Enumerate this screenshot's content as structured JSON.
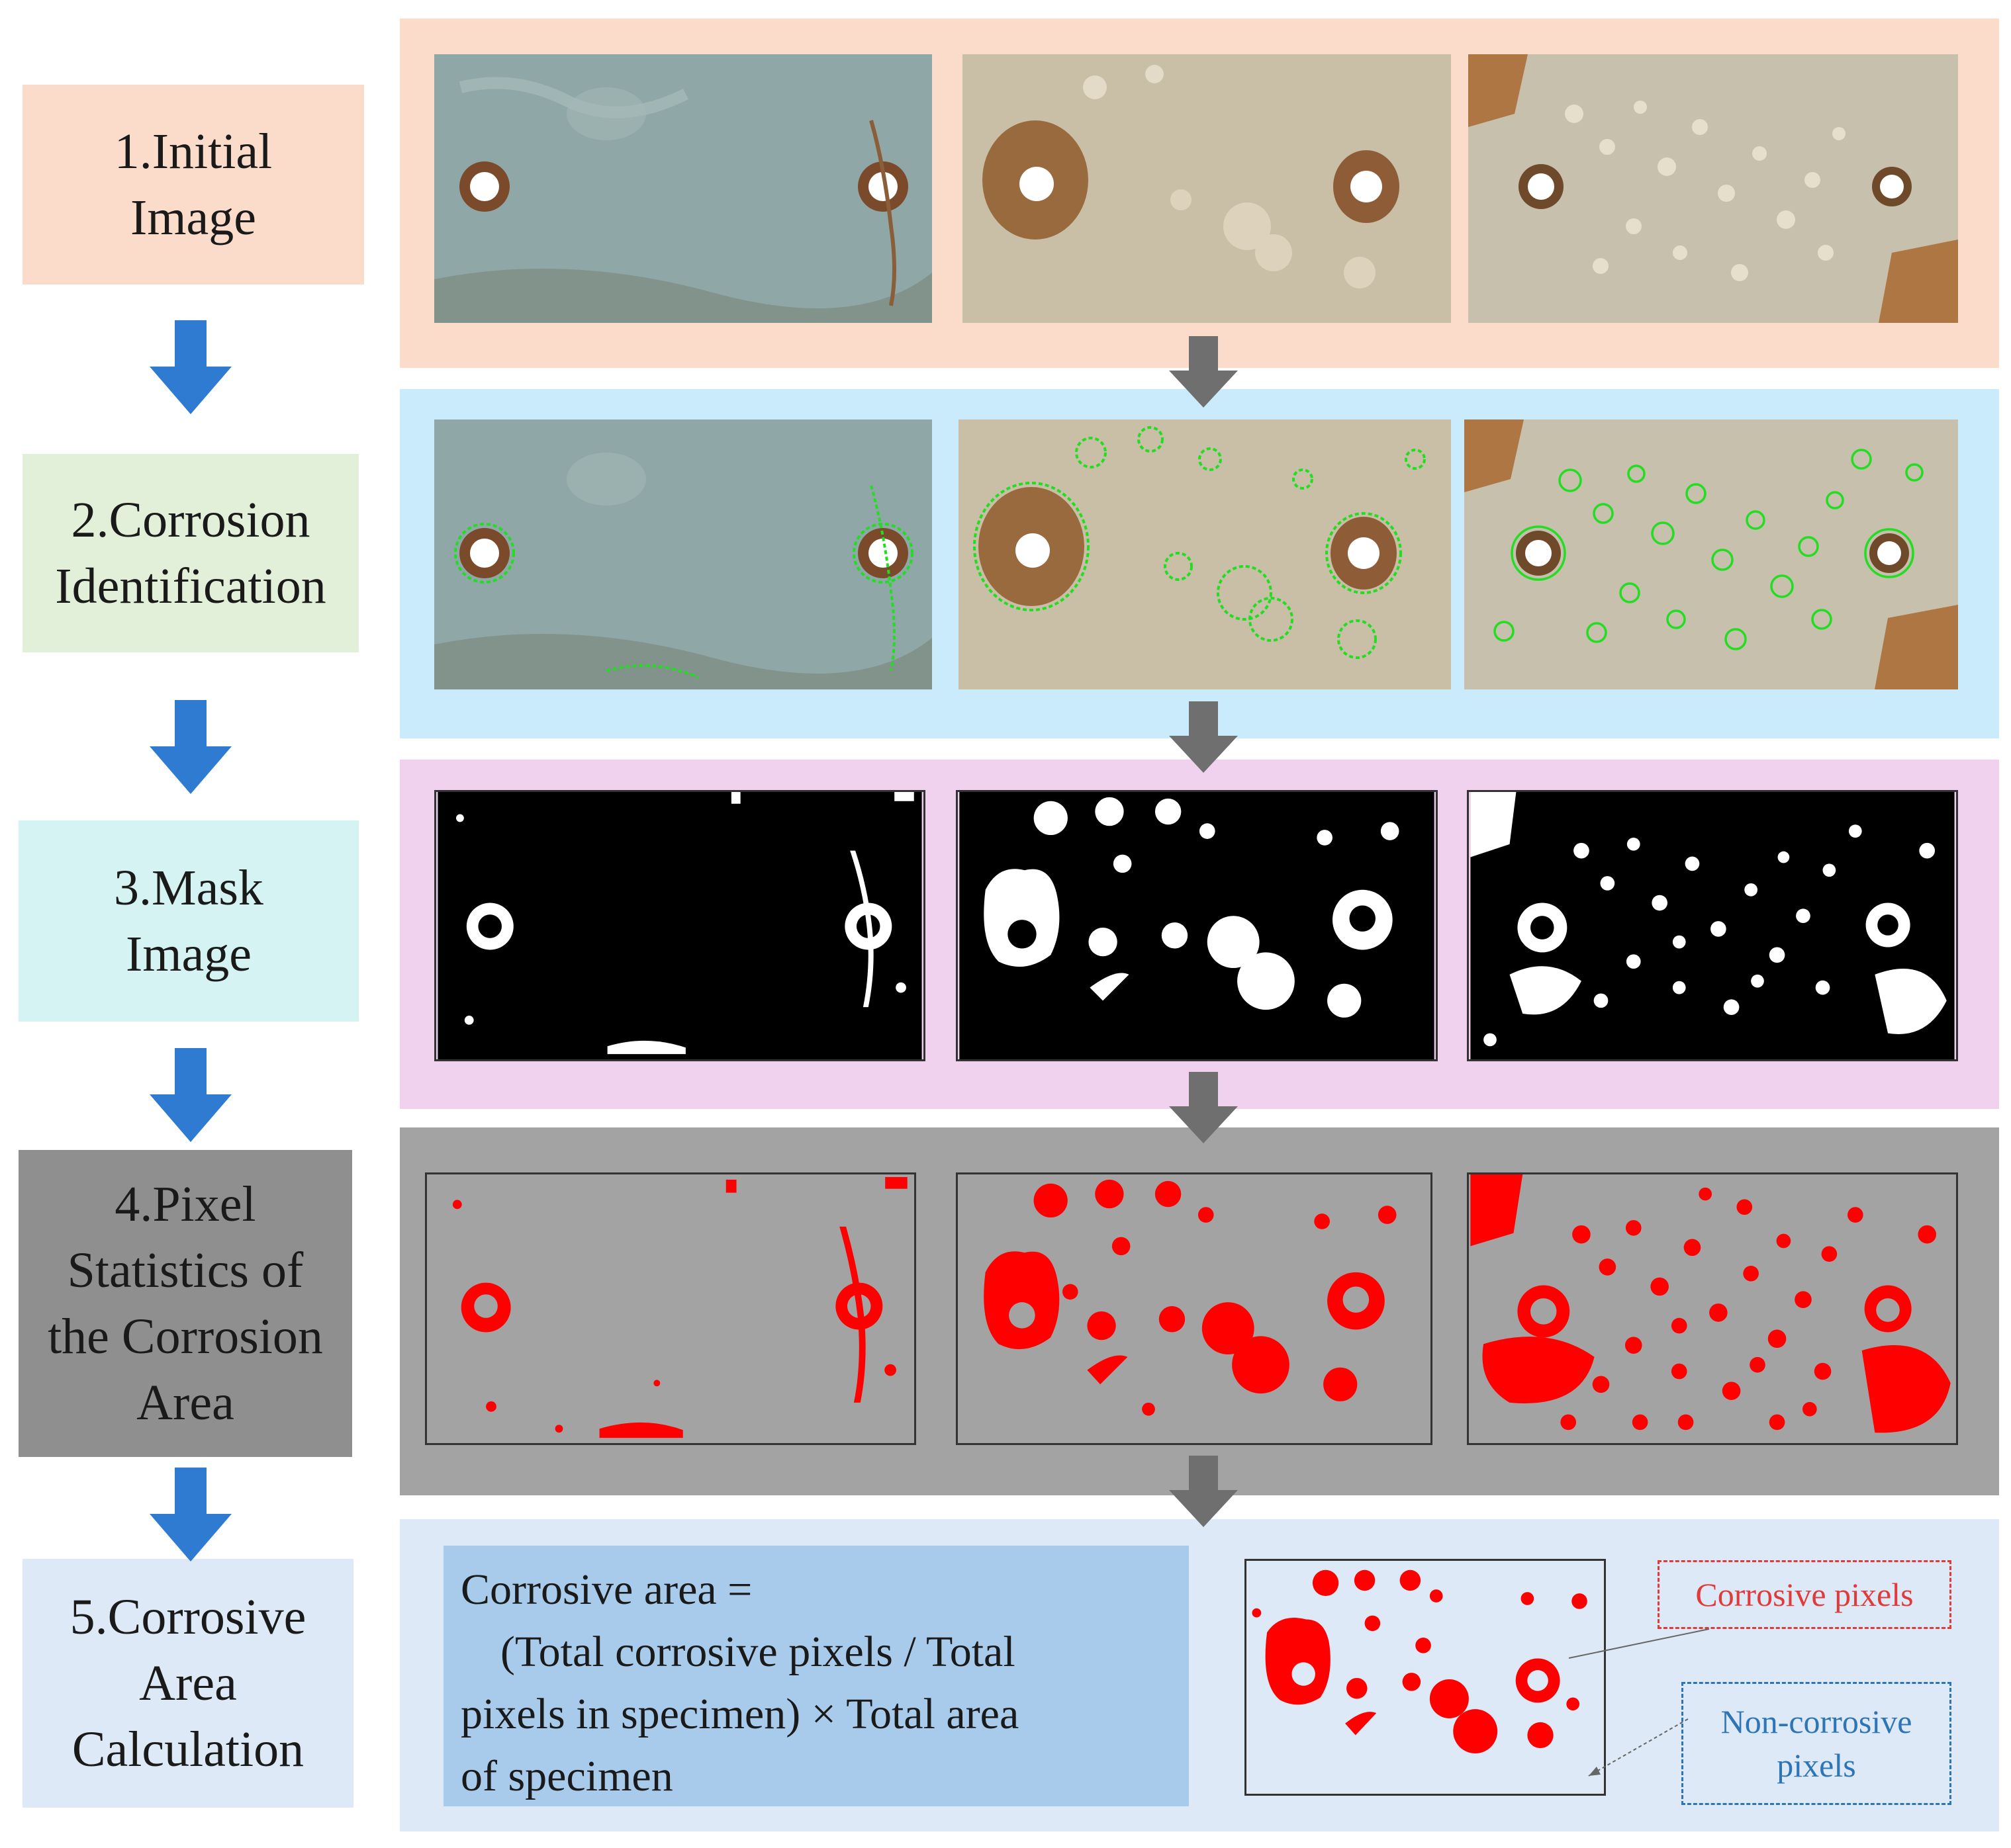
{
  "steps": [
    {
      "lines": [
        "1.Initial",
        "Image"
      ],
      "bg": "#fbdccb"
    },
    {
      "lines": [
        "2.Corrosion",
        "Identification"
      ],
      "bg": "#e2f0d9"
    },
    {
      "lines": [
        "3.Mask",
        "Image"
      ],
      "bg": "#d6f3f3"
    },
    {
      "lines": [
        "4.Pixel",
        "Statistics of",
        "the Corrosion",
        "Area"
      ],
      "bg": "#8f8f8f"
    },
    {
      "lines": [
        "5.Corrosive",
        "Area",
        "Calculation"
      ],
      "bg": "#dde9f6"
    }
  ],
  "bands": {
    "initial": "#fbdccb",
    "identification": "#c9ebfb",
    "mask": "#f1d2ee",
    "pixel": "#a3a3a3",
    "calculation": "#dde9f6"
  },
  "colors": {
    "arrow_blue": "#2e7bd1",
    "arrow_gray": "#6f6f6f",
    "corrosion_red": "#ff0000",
    "identification_green": "#22dd22",
    "corrosive_label": "#e03b3b",
    "noncorrosive_label": "#2e75b6"
  },
  "formula": {
    "lines": [
      "Corrosive area =",
      "(Total corrosive pixels / Total",
      "pixels in specimen) × Total area",
      "of specimen"
    ]
  },
  "legend": {
    "corrosive": "Corrosive pixels",
    "noncorrosive": [
      "Non-corrosive",
      "pixels"
    ]
  },
  "icons": {
    "flow_arrow": "arrow-down-icon"
  }
}
